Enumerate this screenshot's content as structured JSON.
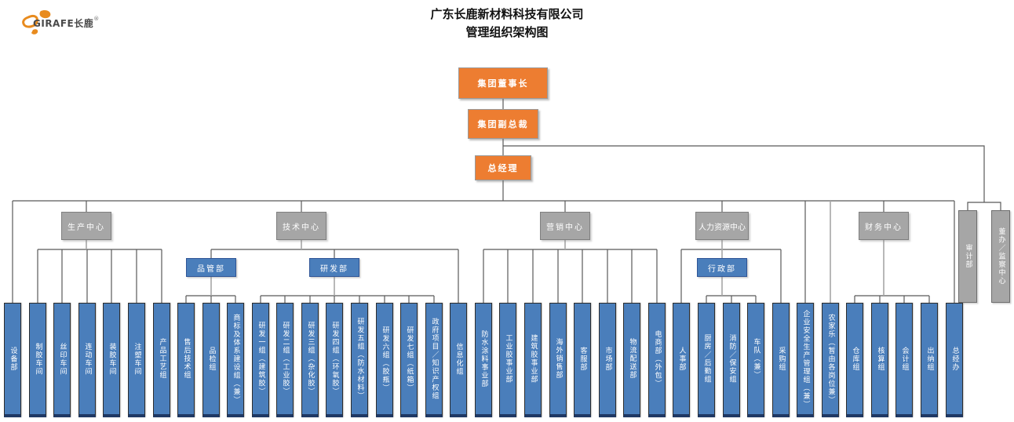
{
  "title": {
    "line1": "广东长鹿新材料科技有限公司",
    "line2": "管理组织架构图"
  },
  "logo": {
    "text": "GIRAFE长鹿",
    "reg": "®"
  },
  "nodes": {
    "chairman": "集团董事长",
    "vice_president": "集团副总裁",
    "general_manager": "总经理"
  },
  "centers": [
    {
      "label": "生产中心"
    },
    {
      "label": "技术中心"
    },
    {
      "label": "营销中心"
    },
    {
      "label": "人力资源中心"
    },
    {
      "label": "财务中心"
    }
  ],
  "level2": [
    {
      "label": "品管部"
    },
    {
      "label": "研发部"
    },
    {
      "label": "行政部"
    }
  ],
  "staff": [
    {
      "label": "审计部"
    },
    {
      "label": "董办／监察中心"
    }
  ],
  "departments": [
    {
      "label": "设备部"
    },
    {
      "label": "制胶车间"
    },
    {
      "label": "丝印车间"
    },
    {
      "label": "连动车间"
    },
    {
      "label": "装胶车间"
    },
    {
      "label": "注塑车间"
    },
    {
      "label": "产品工艺组"
    },
    {
      "label": "售后技术组"
    },
    {
      "label": "品检组"
    },
    {
      "label": "商标及体系建设组（兼）"
    },
    {
      "label": "研发一组（建筑胶）"
    },
    {
      "label": "研发二组（工业胶）"
    },
    {
      "label": "研发三组（杂化胶）"
    },
    {
      "label": "研发四组（环氧胶）"
    },
    {
      "label": "研发五组（防水材料）"
    },
    {
      "label": "研发六组（胶瓶）"
    },
    {
      "label": "研发七组（纸箱）"
    },
    {
      "label": "政府项目／知识产权组"
    },
    {
      "label": "信息化组"
    },
    {
      "label": "防水涂料事业部"
    },
    {
      "label": "工业胶事业部"
    },
    {
      "label": "建筑胶事业部"
    },
    {
      "label": "海外销售部"
    },
    {
      "label": "客服部"
    },
    {
      "label": "市场部"
    },
    {
      "label": "物流配送部"
    },
    {
      "label": "电商部（外包）"
    },
    {
      "label": "人事部"
    },
    {
      "label": "厨房／后勤组"
    },
    {
      "label": "消防／保安组"
    },
    {
      "label": "车队（兼）"
    },
    {
      "label": "采购组"
    },
    {
      "label": "企业安全生产管理组（兼）"
    },
    {
      "label": "农家乐（暂由各岗位兼）"
    },
    {
      "label": "仓库组"
    },
    {
      "label": "核算组"
    },
    {
      "label": "会计组"
    },
    {
      "label": "出纳组"
    },
    {
      "label": "总经办"
    }
  ],
  "colors": {
    "orange": "#ED7D31",
    "gray": "#A6A6A6",
    "blue": "#4A7EBB",
    "line": "#5F5F5F",
    "title_text": "#111111"
  }
}
